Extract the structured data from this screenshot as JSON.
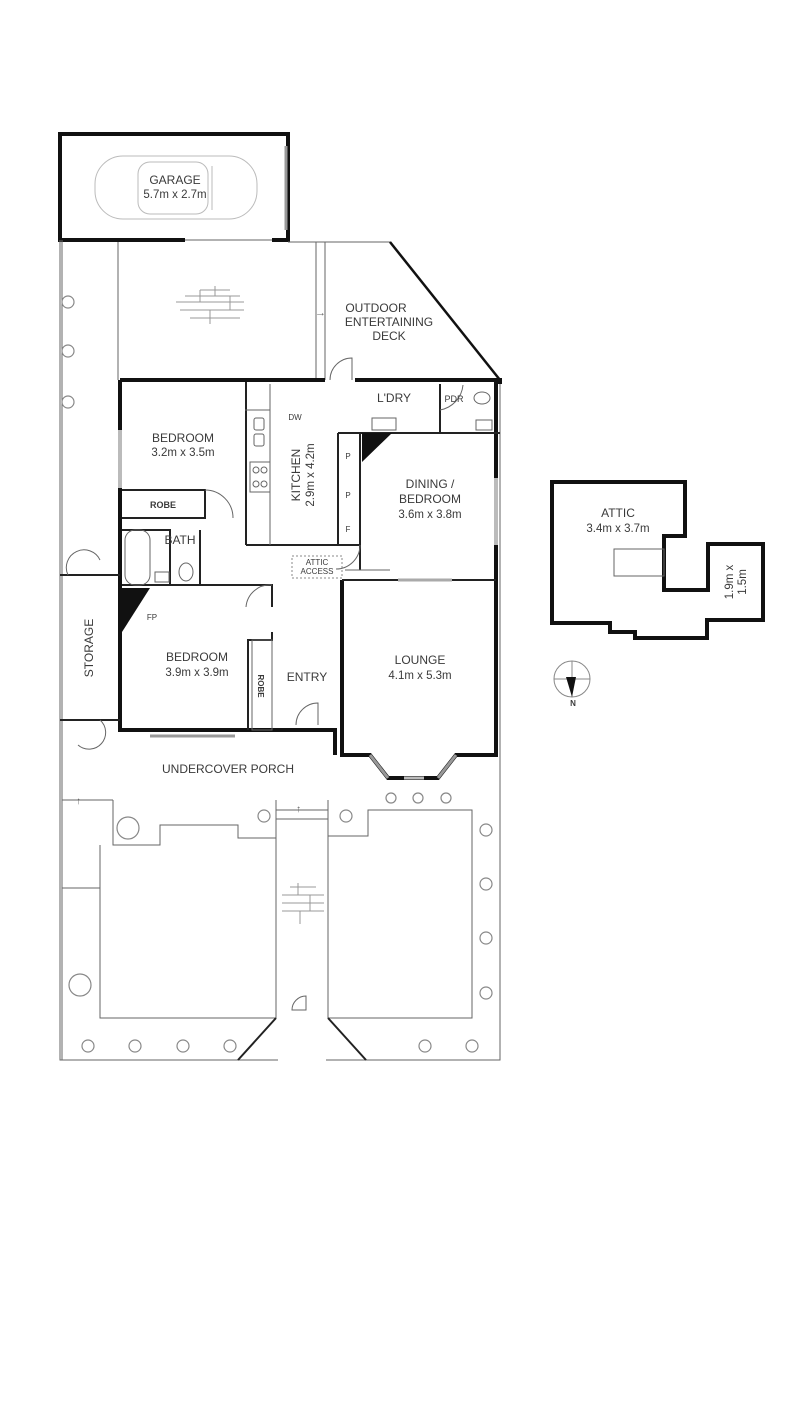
{
  "floorplan": {
    "rooms": [
      {
        "id": "garage",
        "name": "GARAGE",
        "dims": "5.7m x 2.7m"
      },
      {
        "id": "deck",
        "name_lines": [
          "OUTDOOR",
          "ENTERTAINING",
          "DECK"
        ]
      },
      {
        "id": "bedroom1",
        "name": "BEDROOM",
        "dims": "3.2m x 3.5m"
      },
      {
        "id": "kitchen",
        "name": "KITCHEN",
        "dims": "2.9m x 4.2m"
      },
      {
        "id": "laundry",
        "name": "L'DRY"
      },
      {
        "id": "pdr",
        "name": "PDR"
      },
      {
        "id": "dining",
        "name_lines": [
          "DINING /",
          "BEDROOM"
        ],
        "dims": "3.6m x 3.8m"
      },
      {
        "id": "robe1",
        "name": "ROBE"
      },
      {
        "id": "bath",
        "name": "BATH"
      },
      {
        "id": "attic_access",
        "name_lines": [
          "ATTIC",
          "ACCESS"
        ]
      },
      {
        "id": "storage",
        "name": "STORAGE"
      },
      {
        "id": "bedroom2",
        "name": "BEDROOM",
        "dims": "3.9m x 3.9m"
      },
      {
        "id": "robe2",
        "name": "ROBE"
      },
      {
        "id": "entry",
        "name": "ENTRY"
      },
      {
        "id": "lounge",
        "name": "LOUNGE",
        "dims": "4.1m x 5.3m"
      },
      {
        "id": "porch",
        "name": "UNDERCOVER PORCH"
      }
    ],
    "fixtures": {
      "dw": "DW",
      "pantry": "P",
      "fridge": "F",
      "fireplace": "FP"
    },
    "attic": {
      "name": "ATTIC",
      "dims": "3.4m x 3.7m",
      "sub_dims_lines": [
        "1.9m x",
        "1.5m"
      ]
    },
    "compass": {
      "label": "N"
    }
  }
}
